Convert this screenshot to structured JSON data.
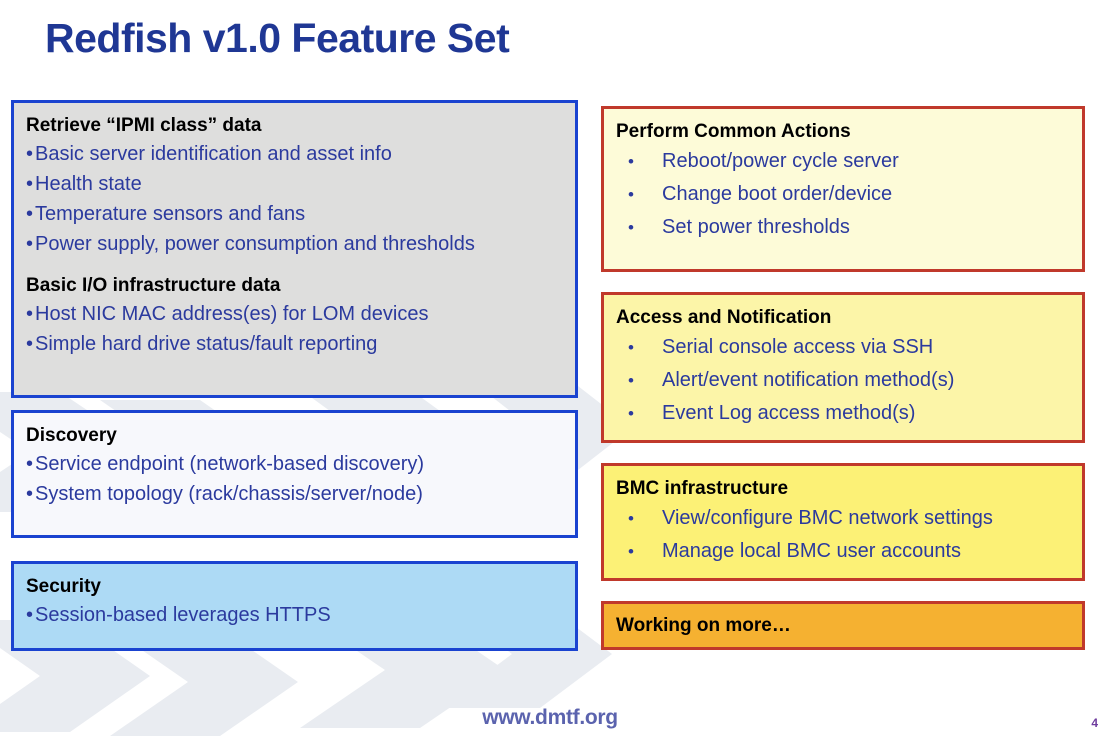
{
  "slide": {
    "title": "Redfish v1.0 Feature Set",
    "footer_url": "www.dmtf.org",
    "page_number": "4"
  },
  "colors": {
    "title_blue": "#1f3794",
    "bullet_blue": "#2b3a9e",
    "left_border_blue": "#1a43d0",
    "right_border_red": "#c0392b",
    "gray_fill": "#dededd",
    "white_fill": "#f7f8fc",
    "blue_fill": "#addaf5",
    "cream_fill": "#fdfbd8",
    "yellow_fill": "#fcf5a8",
    "bright_yellow_fill": "#fcf176",
    "orange_fill": "#f5b131",
    "footer_blue": "#5b63ae"
  },
  "left_column": [
    {
      "id": "ipmi-class",
      "fill": "gray",
      "sections": [
        {
          "heading": "Retrieve “IPMI class” data",
          "bullets": [
            "Basic server identification and asset info",
            "Health state",
            "Temperature sensors and fans",
            "Power supply, power consumption and thresholds"
          ]
        },
        {
          "heading": "Basic I/O infrastructure data",
          "bullets": [
            "Host NIC MAC address(es) for LOM devices",
            "Simple hard drive status/fault reporting"
          ]
        }
      ]
    },
    {
      "id": "discovery",
      "fill": "white",
      "sections": [
        {
          "heading": "Discovery",
          "bullets": [
            "Service endpoint (network-based discovery)",
            "System topology (rack/chassis/server/node)"
          ]
        }
      ]
    },
    {
      "id": "security",
      "fill": "blue",
      "sections": [
        {
          "heading": "Security",
          "bullets": [
            "Session-based leverages HTTPS"
          ]
        }
      ]
    }
  ],
  "right_column": [
    {
      "id": "common-actions",
      "fill": "cream",
      "heading": "Perform Common Actions",
      "bullets": [
        "Reboot/power cycle server",
        "Change boot order/device",
        "Set power thresholds"
      ]
    },
    {
      "id": "access-notification",
      "fill": "yellow",
      "heading": "Access and Notification",
      "bullets": [
        "Serial console access via SSH",
        "Alert/event notification method(s)",
        "Event Log access method(s)"
      ]
    },
    {
      "id": "bmc-infrastructure",
      "fill": "bright",
      "heading": "BMC infrastructure",
      "bullets": [
        "View/configure BMC network settings",
        "Manage local BMC user accounts"
      ]
    },
    {
      "id": "working-on-more",
      "fill": "orange",
      "heading": "Working on more…",
      "bullets": []
    }
  ],
  "glyphs": {
    "bullet_small": "•",
    "bullet_round": "•"
  }
}
